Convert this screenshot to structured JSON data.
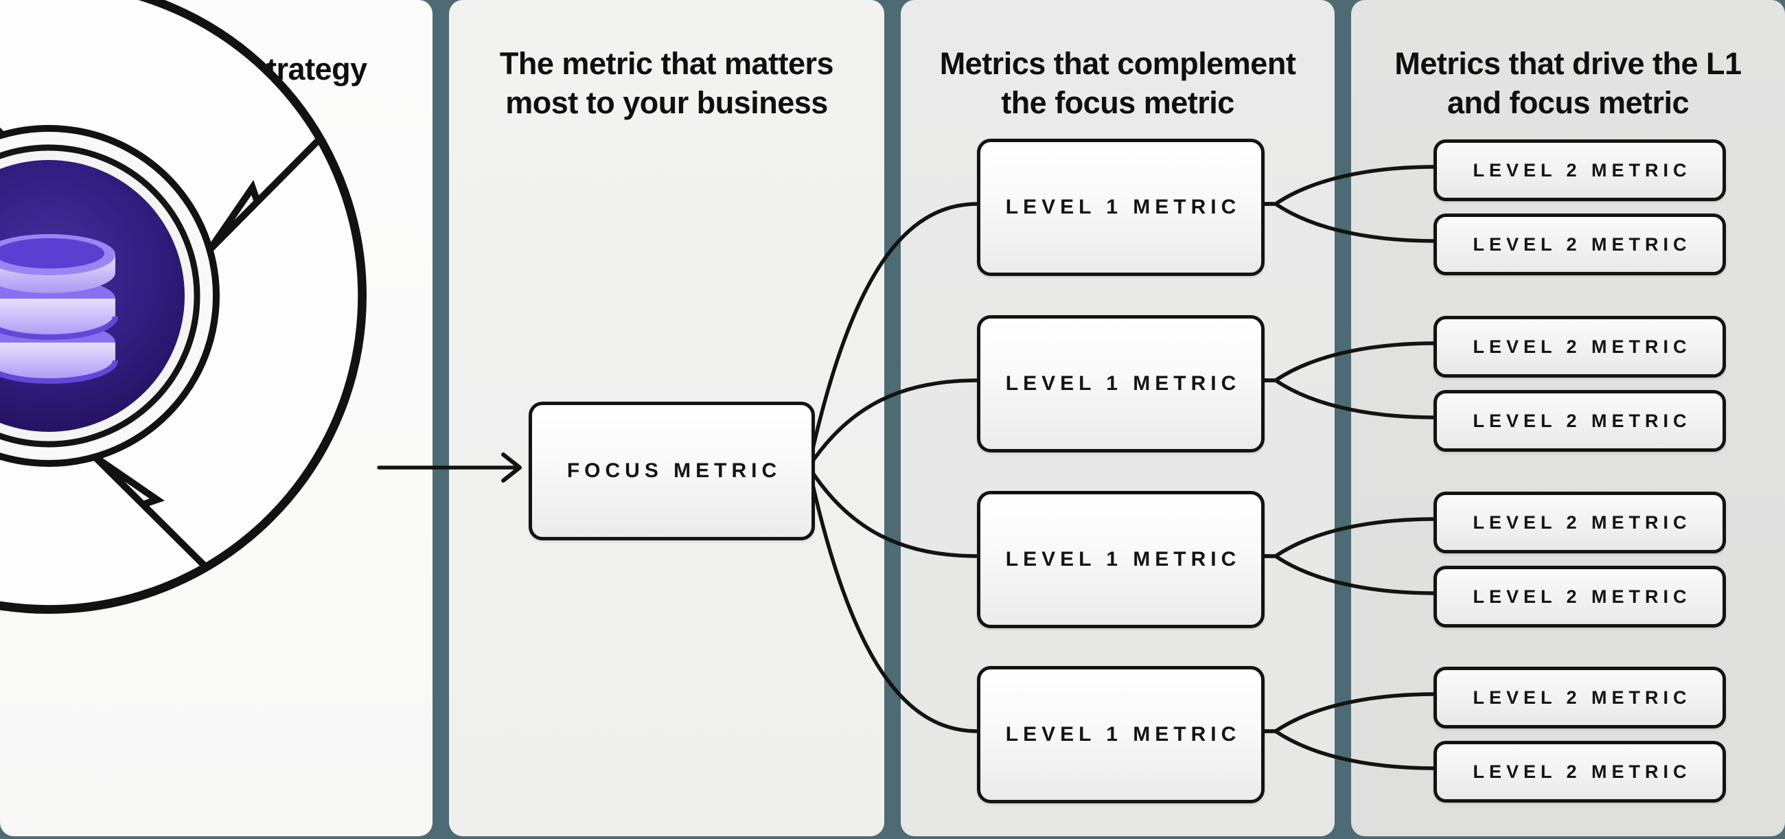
{
  "colors": {
    "background": "#4e6a74",
    "line": "#131313",
    "panel1": "#fbfbfb",
    "panel2": "#f1f1f0",
    "panel3": "#e9e9e9",
    "panel4": "#e2e2e1",
    "box_border": "#131313",
    "accent_purple": "#8a70f0",
    "accent_purple_dark": "#2a1a66",
    "accent_lavender": "#d9d1fb"
  },
  "panels": [
    {
      "title": "Your growth strategy"
    },
    {
      "title": "The metric that matters\nmost to your business"
    },
    {
      "title": "Metrics that complement\nthe focus metric"
    },
    {
      "title": "Metrics that drive the L1\nand focus metric"
    }
  ],
  "focus": {
    "label": "FOCUS METRIC"
  },
  "level1": [
    {
      "label": "LEVEL 1 METRIC"
    },
    {
      "label": "LEVEL 1 METRIC"
    },
    {
      "label": "LEVEL 1 METRIC"
    },
    {
      "label": "LEVEL 1 METRIC"
    }
  ],
  "level2": [
    {
      "label": "LEVEL 2 METRIC"
    },
    {
      "label": "LEVEL 2 METRIC"
    },
    {
      "label": "LEVEL 2 METRIC"
    },
    {
      "label": "LEVEL 2 METRIC"
    },
    {
      "label": "LEVEL 2 METRIC"
    },
    {
      "label": "LEVEL 2 METRIC"
    },
    {
      "label": "LEVEL 2 METRIC"
    },
    {
      "label": "LEVEL 2 METRIC"
    }
  ],
  "icons": {
    "flywheel": "growth-flywheel-icon",
    "database": "database-icon",
    "arrow": "right-arrow"
  }
}
